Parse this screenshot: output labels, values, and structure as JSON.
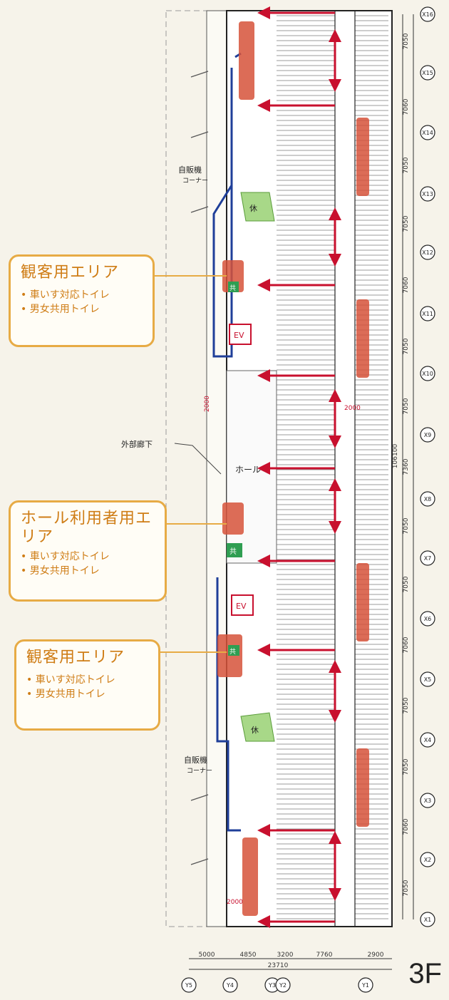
{
  "callouts": [
    {
      "title": "観客用エリア",
      "items": [
        "車いす対応トイレ",
        "男女共用トイレ"
      ]
    },
    {
      "title": "ホール利用者用エリア",
      "items": [
        "車いす対応トイレ",
        "男女共用トイレ"
      ]
    },
    {
      "title": "観客用エリア",
      "items": [
        "車いす対応トイレ",
        "男女共用トイレ"
      ]
    }
  ],
  "labels": {
    "vending_top": "自販機",
    "vending_top_sub": "コーナー",
    "vending_bottom": "自販機",
    "vending_bottom_sub": "コーナー",
    "external_corridor": "外部廊下",
    "hall": "ホール",
    "rest": "休",
    "ev": "EV",
    "toilet": "共",
    "dim_2000": "2000"
  },
  "grid_x": [
    "X16",
    "X15",
    "X14",
    "X13",
    "X12",
    "X11",
    "X10",
    "X9",
    "X8",
    "X7",
    "X6",
    "X5",
    "X4",
    "X3",
    "X2",
    "X1"
  ],
  "grid_y": [
    "Y5",
    "Y4",
    "Y3",
    "Y2",
    "Y1"
  ],
  "dims_vertical": [
    "7050",
    "7060",
    "7050",
    "7050",
    "7060",
    "7050",
    "7050",
    "7360",
    "7050",
    "7050",
    "7060",
    "7050",
    "7050",
    "7060",
    "7050"
  ],
  "dim_total_vertical": "106100",
  "dims_horizontal": [
    "5000",
    "4850",
    "3200",
    "7760",
    "2900"
  ],
  "dim_total_horizontal": "23710",
  "floor": "3F",
  "colors": {
    "arrow": "#c8102e",
    "route": "#1f3f99",
    "callout": "#e7ab45",
    "rest": "#8fcf6a"
  }
}
